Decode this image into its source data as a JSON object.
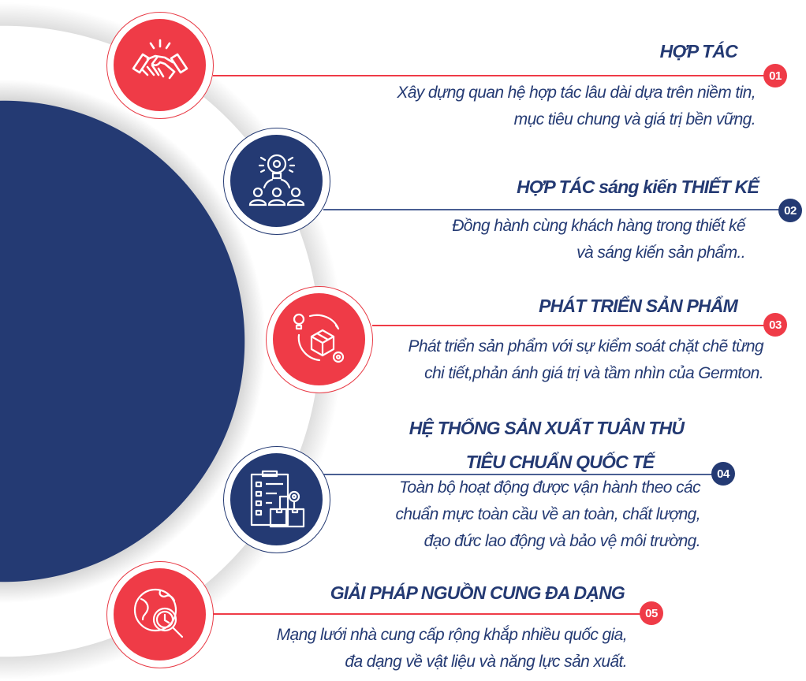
{
  "colors": {
    "red": "#ef3b47",
    "navy": "#243a73"
  },
  "items": [
    {
      "number": "01",
      "icon": "handshake-icon",
      "title": "HỢP TÁC",
      "desc": [
        "Xây dựng quan hệ hợp tác lâu dài dựa trên niềm tin,",
        "mục tiêu chung và giá trị bền vững."
      ]
    },
    {
      "number": "02",
      "icon": "idea-team-icon",
      "title": "HỢP TÁC  sáng kiến  THIẾT KẾ",
      "desc": [
        "Đồng hành cùng khách hàng trong thiết kế",
        "và  sáng kiến  sản phẩm.."
      ]
    },
    {
      "number": "03",
      "icon": "product-development-icon",
      "title": "PHÁT TRIỂN SẢN PHẨM",
      "desc": [
        "Phát triển sản phẩm với sự kiểm soát chặt chẽ từng",
        "chi tiết,phản ánh giá trị và tầm nhìn của Germton."
      ]
    },
    {
      "number": "04",
      "icon": "checklist-boxes-icon",
      "title": [
        "HỆ THỐNG SẢN XUẤT TUÂN THỦ",
        "TIÊU CHUẨN QUỐC TẾ"
      ],
      "desc": [
        "Toàn bộ hoạt động được vận hành theo các",
        "chuẩn mực toàn cầu về an toàn, chất lượng,",
        "đạo đức lao động và bảo vệ môi trường."
      ]
    },
    {
      "number": "05",
      "icon": "global-search-icon",
      "title": "GIẢI PHÁP NGUỒN CUNG ĐA DẠNG",
      "desc": [
        "Mạng lưới nhà cung cấp rộng khắp nhiều quốc gia,",
        "đa dạng về vật liệu và năng lực sản xuất."
      ]
    }
  ]
}
